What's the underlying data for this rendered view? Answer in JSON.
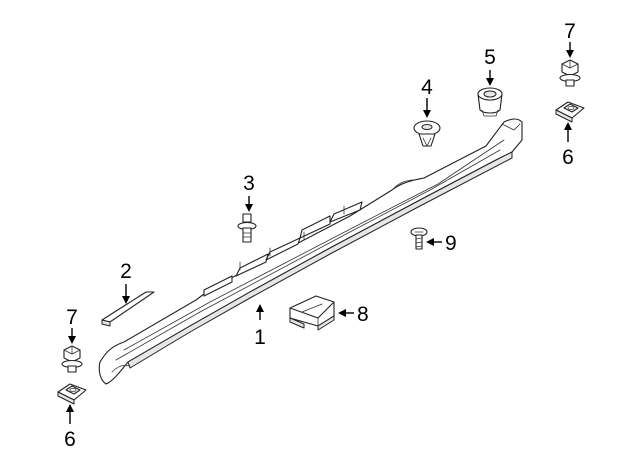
{
  "callouts": [
    {
      "number": "1",
      "part": "rocker-molding"
    },
    {
      "number": "2",
      "part": "trim-strip"
    },
    {
      "number": "3",
      "part": "clip-pin"
    },
    {
      "number": "4",
      "part": "push-clip"
    },
    {
      "number": "5",
      "part": "grommet"
    },
    {
      "number": "6",
      "part": "nut-clip-upper"
    },
    {
      "number": "7",
      "part": "bolt-upper"
    },
    {
      "number": "6",
      "part": "nut-clip-lower"
    },
    {
      "number": "7",
      "part": "bolt-lower"
    },
    {
      "number": "8",
      "part": "bracket"
    },
    {
      "number": "9",
      "part": "screw"
    }
  ],
  "colors": {
    "line": "#222222",
    "shade": "#e6e6e6",
    "background": "#ffffff"
  }
}
